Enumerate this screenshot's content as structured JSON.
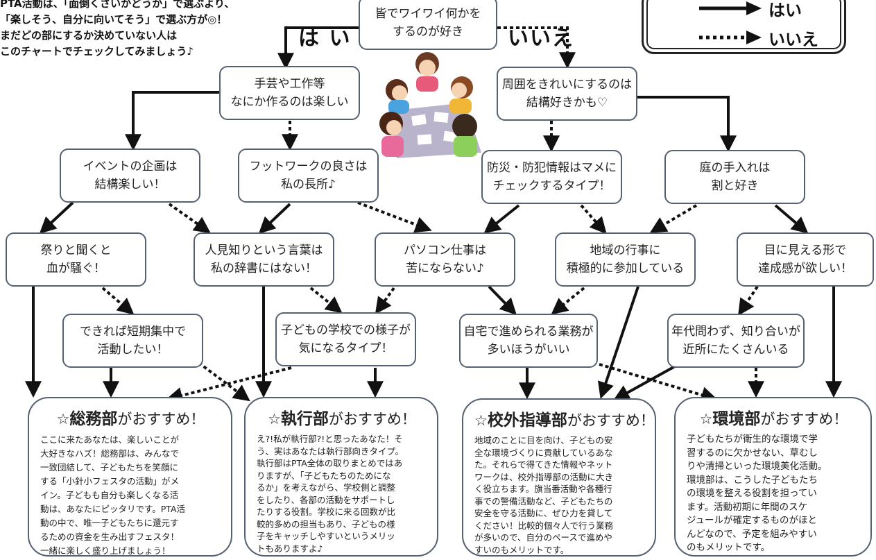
{
  "intro": {
    "lines": [
      "PTA活動は、「面倒くさいかどうか」で選ぶより、",
      "「楽しそう、自分に向いてそう」で選ぶ方が◎！",
      "まだどの部にするか決めていない人は",
      "このチャートでチェックしてみましょう♪"
    ]
  },
  "legend": {
    "yes_label": "はい",
    "no_label": "いいえ"
  },
  "branch_labels": {
    "yes": "は い",
    "no": "いいえ"
  },
  "nodes": {
    "start": [
      "皆でワイワイ何かを",
      "するのが好き"
    ],
    "craft": [
      "手芸や工作等",
      "なにか作るのは楽しい"
    ],
    "tidy": [
      "周囲をきれいにするのは",
      "結構好きかも♡"
    ],
    "event": [
      "イベントの企画は",
      "結構楽しい！"
    ],
    "footwork": [
      "フットワークの良さは",
      "私の長所♪"
    ],
    "bousai": [
      "防災・防犯情報はマメに",
      "チェックするタイプ！"
    ],
    "garden": [
      "庭の手入れは",
      "割と好き"
    ],
    "festival": [
      "祭りと聞くと",
      "血が騒ぐ！"
    ],
    "shy": [
      "人見知りという言葉は",
      "私の辞書にはない！"
    ],
    "pc": [
      "パソコン仕事は",
      "苦にならない♪"
    ],
    "local": [
      "地域の行事に",
      "積極的に参加している"
    ],
    "visible": [
      "目に見える形で",
      "達成感が欲しい！"
    ],
    "short": [
      "できれば短期集中で",
      "活動したい！"
    ],
    "school": [
      "子どもの学校での様子が",
      "気になるタイプ！"
    ],
    "home": [
      "自宅で進められる業務が",
      "多いほうがいい"
    ],
    "acquaint": [
      "年代問わず、知り合いが",
      "近所にたくさんいる"
    ]
  },
  "results": {
    "soumu": {
      "prefix": "☆",
      "name": "総務部",
      "suffix": "がおすすめ！",
      "body": [
        "ここに来たあなたは、楽しいことが",
        "大好きなハズ！総務部は、みんなで",
        "一致団結して、子どもたちを笑顔に",
        "する「小針小フェスタの活動」がメ",
        "イン。子どもも自分も楽しくなる活",
        "動は、あなたにピッタリです。PTA活",
        "動の中で、唯一子どもたちに還元す",
        "るための資金を生み出すフェスタ！",
        "一緒に楽しく盛り上げましょう！"
      ]
    },
    "shikkou": {
      "prefix": "☆",
      "name": "執行部",
      "suffix": "がおすすめ！",
      "body": [
        "え?!私が執行部?!と思ったあなた！そ",
        "う、実はあなたは執行部向きタイプ。",
        "執行部はPTA全体の取りまとめではあ",
        "りますが、「子どもたちのためにな",
        "るか」を考えながら、学校側と調整",
        "をしたり、各部の活動をサポートし",
        "たりする役割。学校に来る回数が比",
        "較的多めの担当もあり、子どもの様",
        "子をキャッチしやすいというメリッ",
        "トもありますよ♪"
      ]
    },
    "kougai": {
      "prefix": "☆",
      "name": "校外指導部",
      "suffix": "がおすすめ！",
      "body": [
        "地域のことに目を向け、子どもの安",
        "全な環境づくりに貢献しているあな",
        "た。それらで得てきた情報やネット",
        "ワークは、校外指導部の活動に大き",
        "く役立ちます。旗当番活動や各種行",
        "事での警備活動など、子どもたちの",
        "安全を守る活動に、ぜひ力を貸して",
        "ください！比較的個々人で行う業務",
        "が多いので、自分のペースで進めや",
        "すいのもメリットです。"
      ]
    },
    "kankyou": {
      "prefix": "☆",
      "name": "環境部",
      "suffix": "がおすすめ！",
      "body": [
        "子どもたちが衛生的な環境で学",
        "習するのに欠かせない、草むし",
        "りや清掃といった環境美化活動。",
        "環境部は、こうした子どもたち",
        "の環境を整える役割を担ってい",
        "ます。活動初期に年間のスケ",
        "ジュールが確定するものがほと",
        "んどなので、予定を組みやすい",
        "のもメリットです。"
      ]
    }
  },
  "illustration": "people-around-table-illustration"
}
